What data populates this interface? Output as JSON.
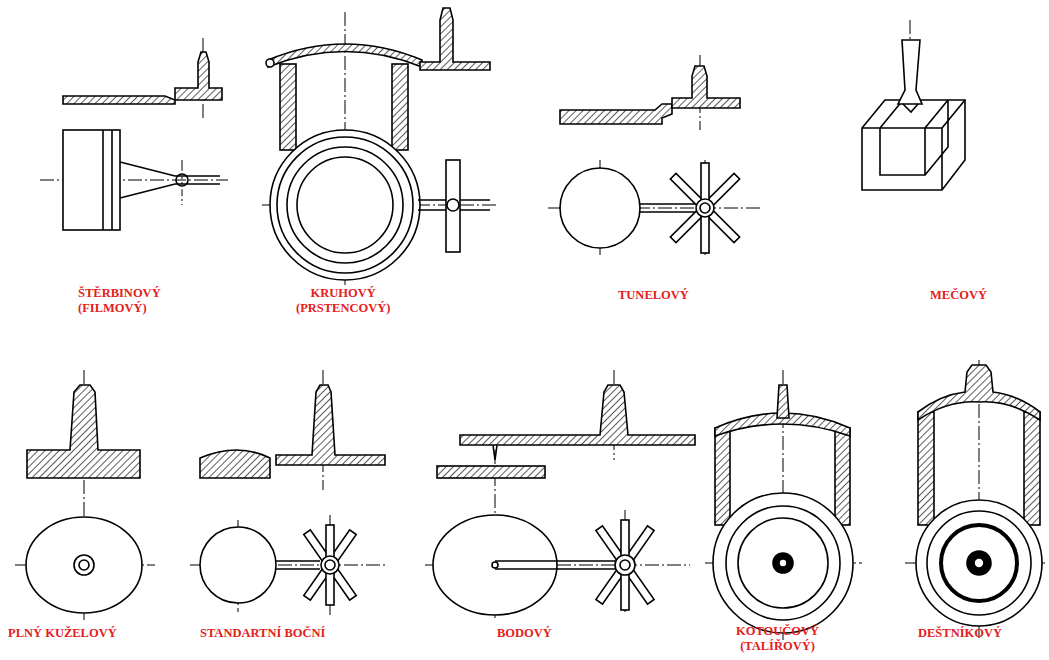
{
  "diagram": {
    "labels": [
      "ŠTĚRBINOVÝ (FILMOVÝ)",
      "KRUHOVÝ (PRSTENCOVÝ)",
      "TUNELOVÝ",
      "MEČOVÝ",
      "PLNÝ KUŽELOVÝ",
      "STANDARTNÍ BOČNÍ",
      "BODOVÝ",
      "KOTOUČOVÝ (TALÍŘOVÝ)",
      "DEŠTNÍKOVÝ"
    ]
  }
}
